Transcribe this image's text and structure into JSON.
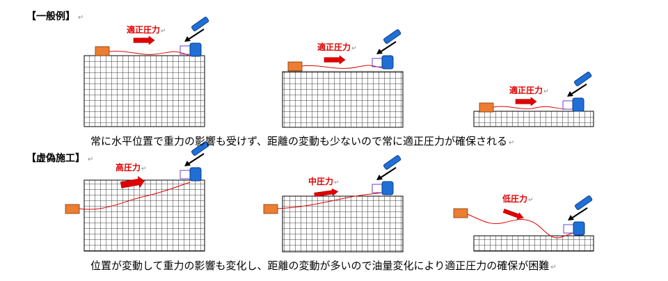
{
  "sections": {
    "general": {
      "heading": "【一般例】",
      "caption": "常に水平位置で重力の影響も受けず、距離の変動も少ないので常に適正圧力が確保される",
      "pressure_labels": [
        "適正圧力",
        "適正圧力",
        "適正圧力"
      ]
    },
    "fake": {
      "heading": "【虚偽施工】",
      "caption": "位置が変動して重力の影響も変化し、距離の変動が多いので油量変化により適正圧力の確保が困難",
      "pressure_labels": [
        "高圧力",
        "中圧力",
        "低圧力"
      ]
    }
  },
  "edit_mark": "↵",
  "colors": {
    "source_box": "#ed7d31",
    "pump": "#1f6fd6",
    "hose": "#e00000",
    "arrow_red": "#e00000",
    "arrow_black": "#000000",
    "guide_box": "#6a3fd0"
  }
}
